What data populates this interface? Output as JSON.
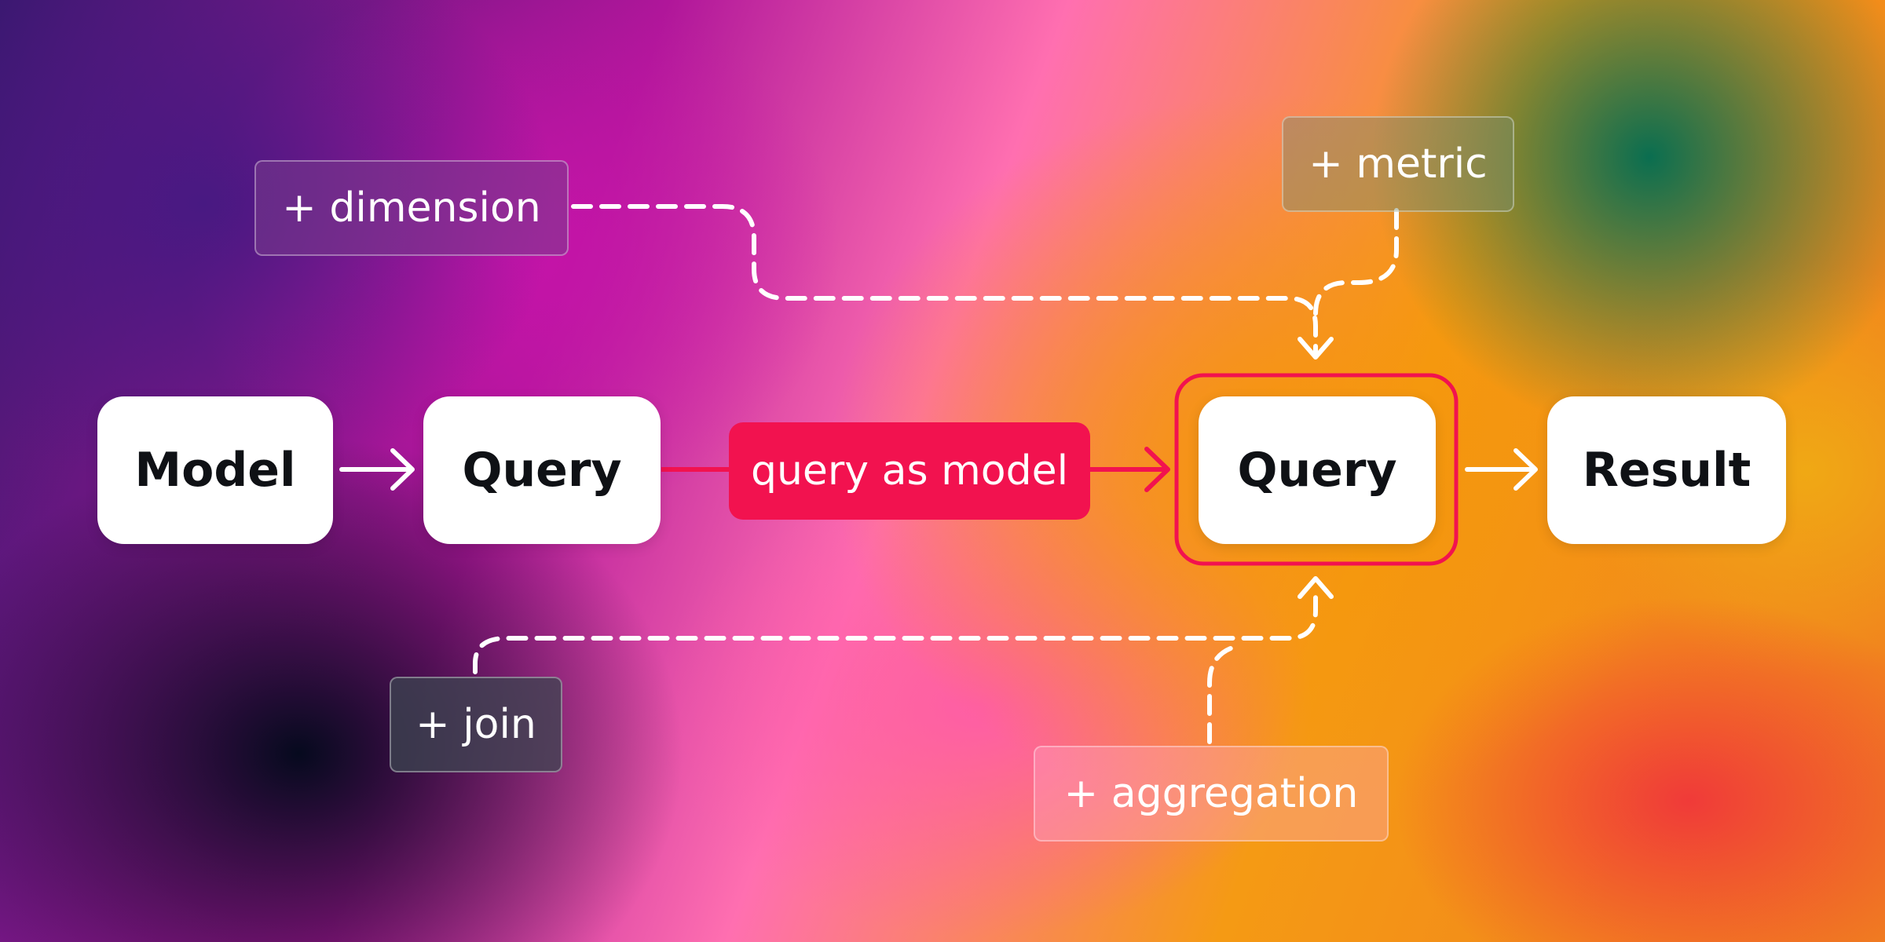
{
  "nodes": {
    "model": "Model",
    "query_1": "Query",
    "query_2": "Query",
    "result": "Result"
  },
  "connector_label": "query as model",
  "modifiers": {
    "dimension": "+ dimension",
    "metric": "+ metric",
    "join": "+ join",
    "aggregation": "+ aggregation"
  },
  "colors": {
    "accent": "#f2124f",
    "node_fill": "#ffffff",
    "node_text": "#0f1115",
    "arrow": "#ffffff"
  }
}
